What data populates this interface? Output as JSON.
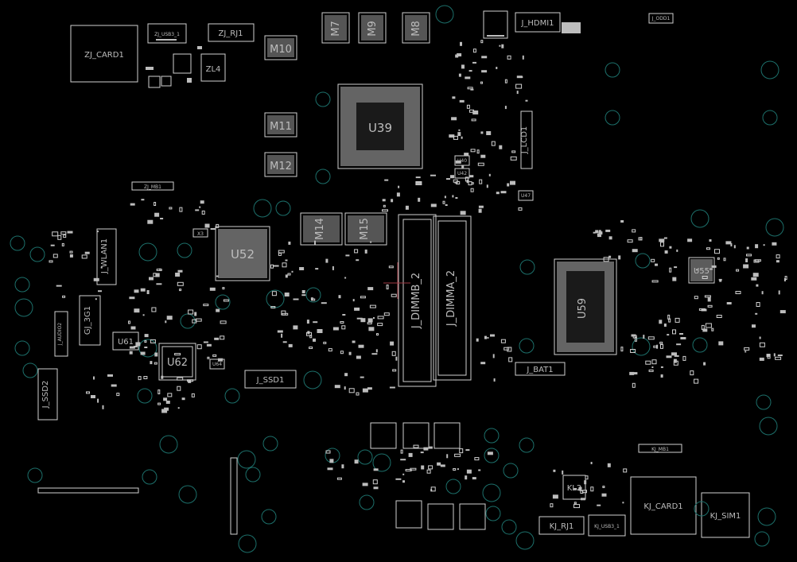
{
  "board": {
    "background": "#000000",
    "outline_color": "#d0d0d0",
    "hole_color": "#1c6f6a",
    "trace_color": "#a03a44"
  },
  "components": {
    "zj_card1": "ZJ_CARD1",
    "zj_usb3_1": "ZJ_USB3_1",
    "zj_rj1": "ZJ_RJ1",
    "zl4": "ZL4",
    "m10": "M10",
    "m7": "M7",
    "m9": "M9",
    "m8": "M8",
    "j_hdmi1": "J_HDMI1",
    "j_odd1": "J_ODD1",
    "u39": "U39",
    "m11": "M11",
    "m12": "M12",
    "j_lcd1": "J_LCD1",
    "zj_mb1": "ZJ_MB1",
    "u40": "U40",
    "u42": "U42",
    "u47": "U47",
    "x3": "X3",
    "u52": "U52",
    "m14": "M14",
    "m15": "M15",
    "j_wlan1": "J_WLAN1",
    "j_dimmb_2": "J_DIMMB_2",
    "j_dimma_2": "J_DIMMA_2",
    "u59": "U59",
    "u55": "U55",
    "gj_3g1": "GJ_3G1",
    "j_audio2": "J_AUDIO2",
    "u61": "U61",
    "u62": "U62",
    "u64": "U64",
    "j_ssd1": "J_SSD1",
    "j_bat1": "J_BAT1",
    "j_ssd2": "J_SSD2",
    "kj_mb1": "KJ_MB1",
    "kl2": "KL2",
    "kj_card1": "KJ_CARD1",
    "kj_sim1": "KJ_SIM1",
    "kj_rj1": "KJ_RJ1",
    "kj_usb3_1": "KJ_USB3_1"
  }
}
